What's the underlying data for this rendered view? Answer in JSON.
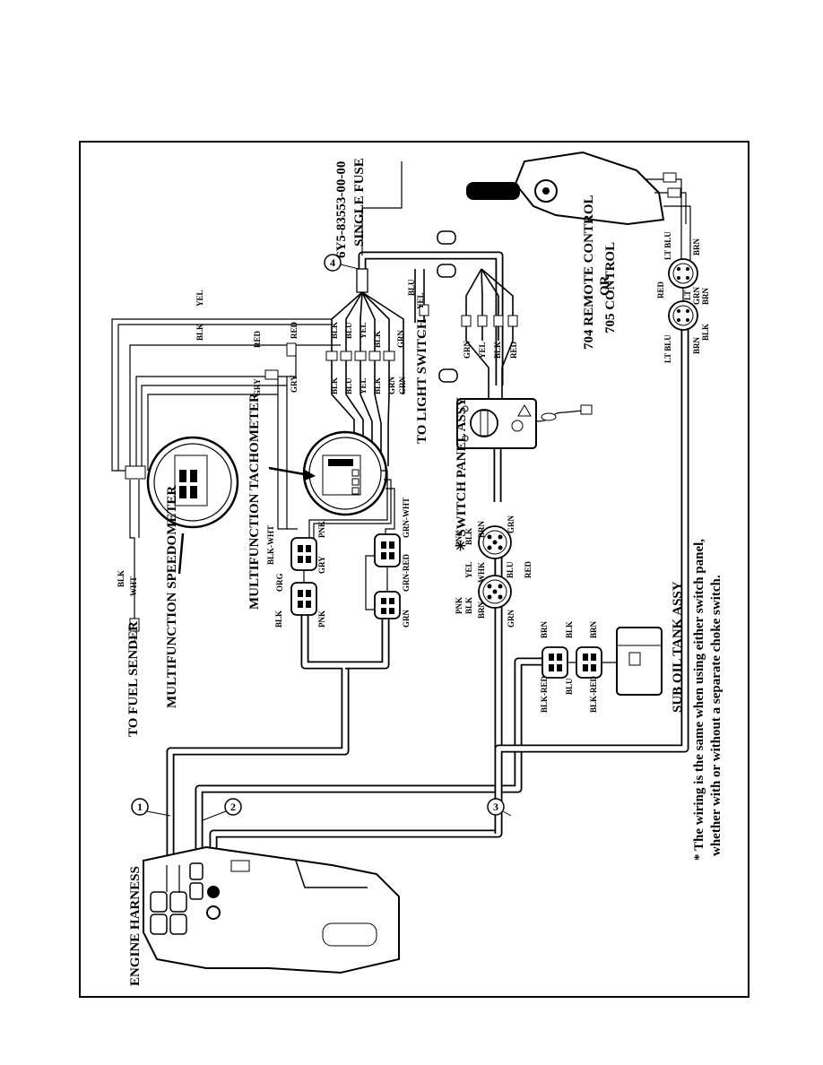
{
  "labels": {
    "fuse_part": "6Y5-83553-00-00",
    "fuse_name": "SINGLE FUSE",
    "remote_704": "704 REMOTE CONTROL",
    "remote_or": "OR",
    "remote_705": "705 CONTROL",
    "light_switch": "TO LIGHT SWITCH",
    "switch_panel": "✳ SWITCH PANEL ASSY",
    "tachometer": "MULTIFUNCTION TACHOMETER",
    "speedometer": "MULTIFUNCTION SPEEDOMETER",
    "fuel_sender": "TO FUEL SENDER",
    "engine_harness": "ENGINE HARNESS",
    "sub_oil": "SUB OIL TANK ASSY",
    "note_line1": "* The wiring is the same when using either switch panel,",
    "note_line2": "whether with or without a separate choke switch."
  },
  "callouts": [
    "1",
    "2",
    "3",
    "4"
  ],
  "wire_codes": {
    "blk": "BLK",
    "wht": "WHT",
    "yel": "YEL",
    "red": "RED",
    "gry": "GRY",
    "blu": "BLU",
    "grn": "GRN",
    "pnk": "PNK",
    "brn": "BRN",
    "org": "ORG",
    "whk": "WHK",
    "blk_wht": "BLK-WHT",
    "grn_wht": "GRN-WHT",
    "grn_red": "GRN-RED",
    "blk_red": "BLK-RED",
    "lt_blu": "LT BLU",
    "lt": "LT"
  }
}
